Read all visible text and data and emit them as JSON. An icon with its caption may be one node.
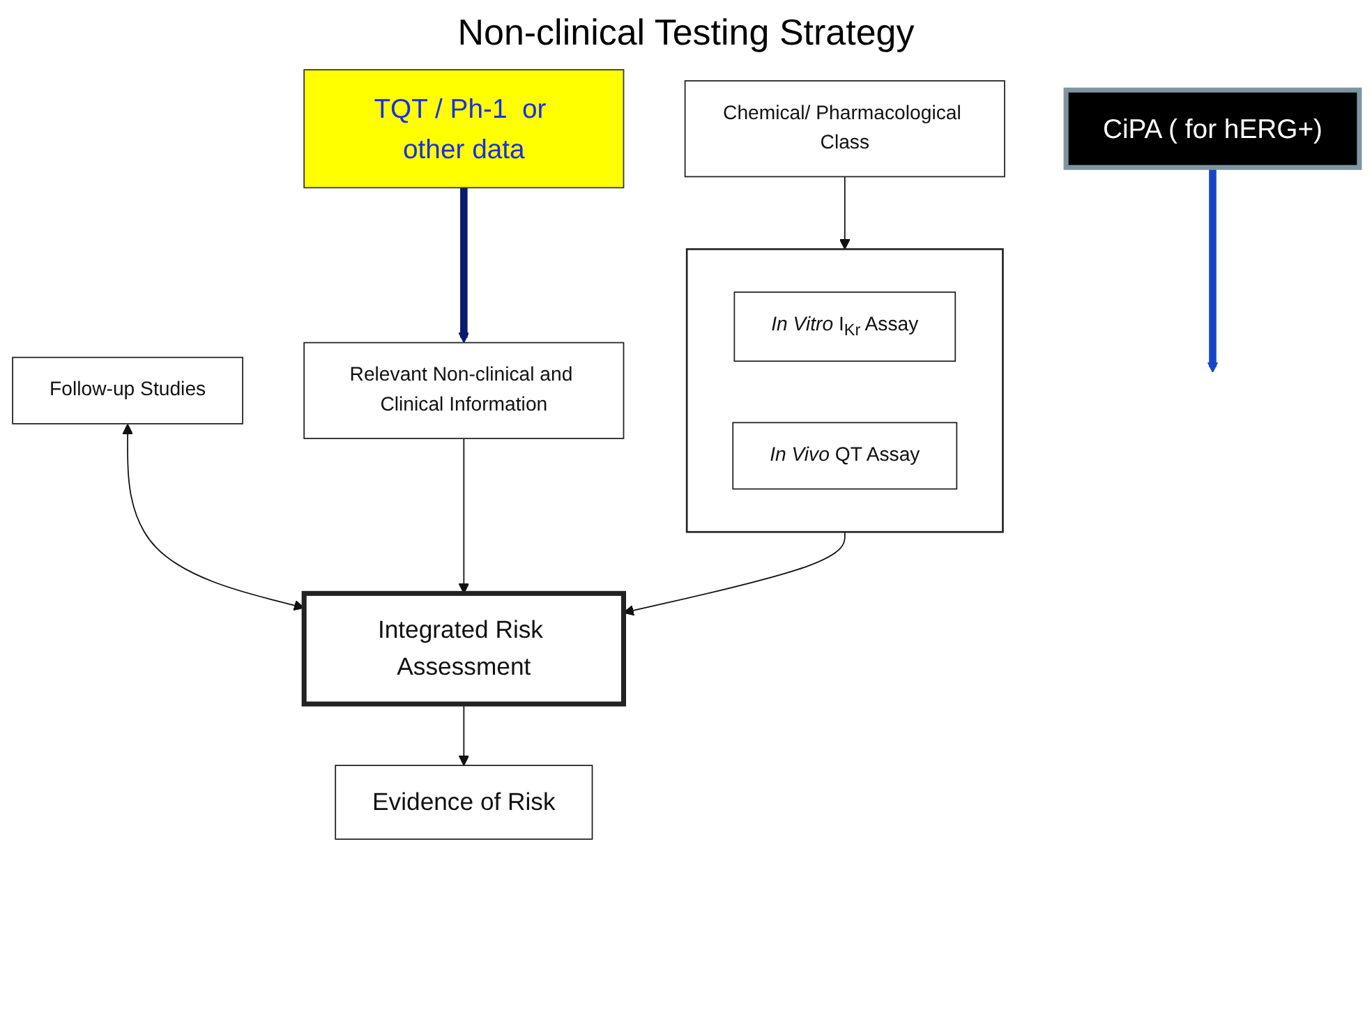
{
  "diagram": {
    "title": "Non-clinical Testing Strategy",
    "nodes": [
      {
        "text": [],
        "shape": "box"
      },
      {
        "text": [
          "*In Vitro* I$_{Kr}$ Assay"
        ],
        "in": 0
      },
      {
        "text": [
          "*In Vivo* QT Assay"
        ],
        "in": 0
      },
      {
        "text": [
          "Chemical/ Pharmacological Class"
        ]
      },
      {
        "text": [
          "CiPA ( for hERG+)"
        ]
      },
      {
        "text": [
          "Integrated Risk Assessment"
        ]
      },
      {
        "text": [
          "Follow-up Studies"
        ]
      },
      {
        "text": [
          "Relevant Non-clinical and Clinical Information"
        ]
      },
      {
        "text": [
          "TQT / Ph-1  or other data"
        ]
      },
      {
        "text": [
          "Evidence of Risk"
        ]
      }
    ],
    "edges": [
      {
        "from": 3,
        "to": 0,
        "arrow": "to"
      },
      {
        "from": 0,
        "to": 5,
        "arrow": "to"
      },
      {
        "from": 4,
        "to": null,
        "arrow": "to",
        "style": "thick",
        "color": "#1a44c8"
      },
      {
        "from": 6,
        "to": 5,
        "arrow": "both"
      },
      {
        "from": 7,
        "to": 5,
        "arrow": "to"
      },
      {
        "from": 8,
        "to": 7,
        "arrow": "to",
        "style": "thick",
        "color": "#0d1a6e"
      },
      {
        "from": 5,
        "to": 9,
        "arrow": "to"
      }
    ]
  }
}
